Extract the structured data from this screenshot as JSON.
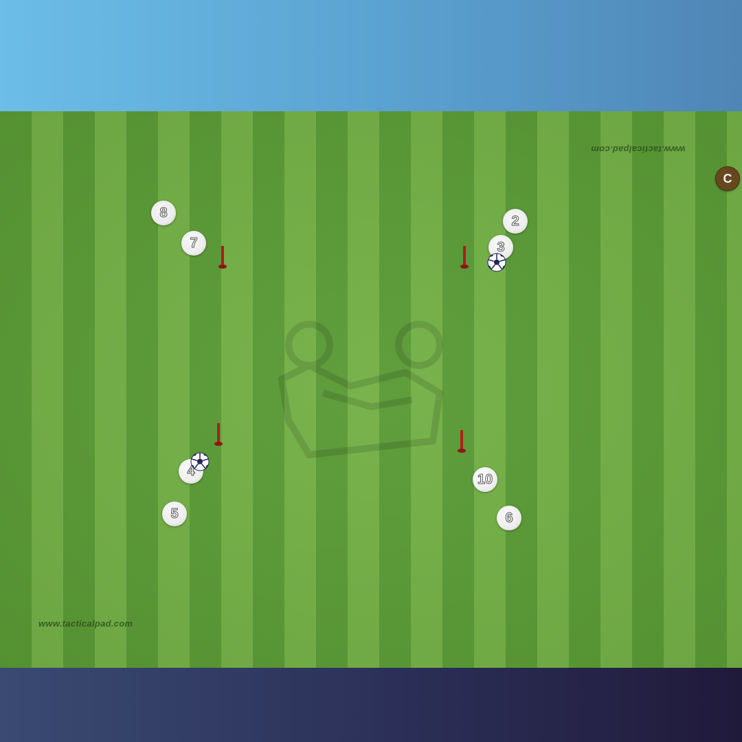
{
  "pitch": {
    "watermark_text": "www.tacticalpad.com",
    "corner_button_label": "C",
    "colors": {
      "stripe_dark": "#5a9a35",
      "stripe_light": "#73b046",
      "cone": "#b01818"
    }
  },
  "players": [
    {
      "number": "8"
    },
    {
      "number": "7"
    },
    {
      "number": "2"
    },
    {
      "number": "3"
    },
    {
      "number": "4"
    },
    {
      "number": "5"
    },
    {
      "number": "10"
    },
    {
      "number": "6"
    }
  ],
  "equipment": {
    "cones": 4,
    "balls": 2
  }
}
